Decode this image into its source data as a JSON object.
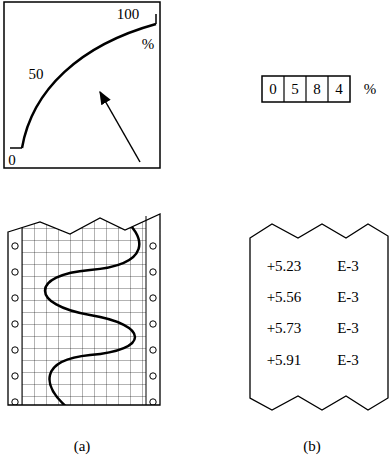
{
  "diagram": {
    "labels": [
      "100",
      "%",
      "50",
      "0",
      "0",
      "5",
      "8",
      "4",
      "%",
      "+5.23",
      "E-3",
      "+5.56",
      "E-3",
      "+5.73",
      "E-3",
      "+5.91",
      "E-3",
      "(a)",
      "(b)"
    ]
  }
}
